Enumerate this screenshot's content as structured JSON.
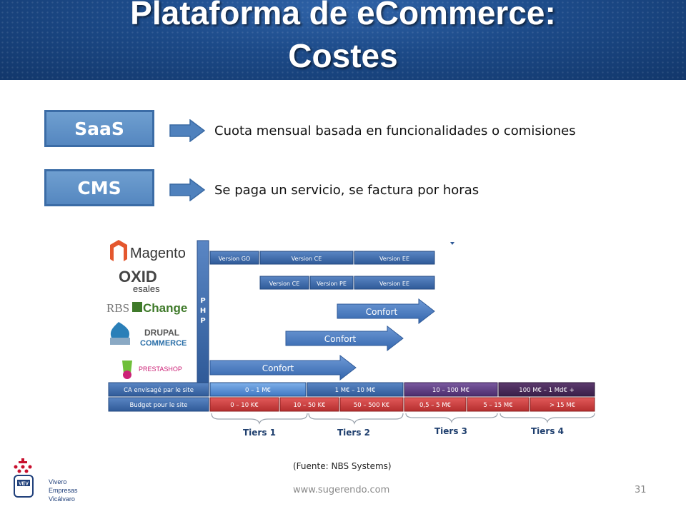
{
  "header": {
    "title_line1": "Plataforma de eCommerce:",
    "title_line2": "Costes"
  },
  "rows": [
    {
      "badge": "SaaS",
      "description": "Cuota mensual basada en funcionalidades o comisiones"
    },
    {
      "badge": "CMS",
      "description": "Se paga un servicio, se factura por horas"
    }
  ],
  "figure": {
    "brands": [
      "Magento",
      "OXID",
      "esales",
      "RBS",
      "Change",
      "DRUPAL",
      "COMMERCE",
      "PRESTASHOP"
    ],
    "php_label": [
      "P",
      "H",
      "P"
    ],
    "magento_versions": [
      "Version GO",
      "Version CE",
      "Version EE"
    ],
    "oxid_versions": [
      "Version CE",
      "Version PE",
      "Version EE"
    ],
    "arrow_label": "Confort",
    "row1_label": "CA envisagé par le site",
    "row1_cells": [
      "0 – 1 M€",
      "1 M€ – 10 M€",
      "10 – 100 M€",
      "100 M€ – 1 Md€ +"
    ],
    "row2_label": "Budget pour le site",
    "row2_cells": [
      "0 – 10 K€",
      "10 – 50 K€",
      "50 – 500 K€",
      "0,5 – 5 M€",
      "5 – 15 M€",
      "> 15 M€"
    ],
    "tiers": [
      "Tiers 1",
      "Tiers 2",
      "Tiers 3",
      "Tiers 4"
    ]
  },
  "source": "(Fuente: NBS Systems)",
  "footer": {
    "url": "www.sugerendo.com",
    "page": "31",
    "logo_vev": "VEV",
    "logo_lines": [
      "Vivero",
      "Empresas",
      "Vicálvaro"
    ]
  },
  "colors": {
    "banner": "#1c4a88",
    "badge": "#5f92c8",
    "blue_cell": "#2d5a9a",
    "purple_cell": "#5a3a7a",
    "red_cell": "#c83a3a"
  }
}
